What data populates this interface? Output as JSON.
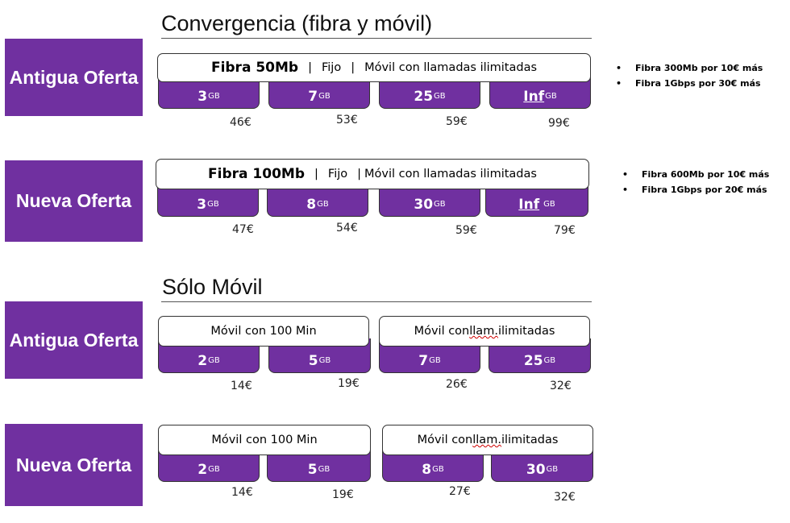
{
  "sections": {
    "convergencia": {
      "title": "Convergencia (fibra y móvil)"
    },
    "movil": {
      "title": "Sólo Móvil"
    }
  },
  "offers": {
    "antigua": "Antigua Oferta",
    "nueva": "Nueva Oferta"
  },
  "conv_old": {
    "fibra": "Fibra 50Mb",
    "sep": "|",
    "fijo": "Fijo",
    "movil": "Móvil con llamadas ilimitadas",
    "plans": [
      {
        "amount": "3",
        "unit": "GB",
        "price": "46€"
      },
      {
        "amount": "7",
        "unit": "GB",
        "price": "53€"
      },
      {
        "amount": "25",
        "unit": "GB",
        "price": "59€"
      },
      {
        "amount": "Inf",
        "unit": "GB",
        "price": "99€"
      }
    ],
    "extras": [
      "Fibra 300Mb por 10€ más",
      "Fibra 1Gbps por 30€ más"
    ]
  },
  "conv_new": {
    "fibra": "Fibra 100Mb",
    "sep": "|",
    "fijo": "Fijo",
    "movil": "Móvil con llamadas ilimitadas",
    "plans": [
      {
        "amount": "3",
        "unit": "GB",
        "price": "47€"
      },
      {
        "amount": "8",
        "unit": "GB",
        "price": "54€"
      },
      {
        "amount": "30",
        "unit": "GB",
        "price": "59€"
      },
      {
        "amount": "Inf",
        "unit": "GB",
        "price": "79€"
      }
    ],
    "extras": [
      "Fibra 600Mb por 10€ más",
      "Fibra 1Gbps por 20€ más"
    ]
  },
  "mob_old": {
    "group1": "Móvil con 100 Min",
    "group2_pre": "Móvil con ",
    "group2_word": "llam.",
    "group2_post": " ilimitadas",
    "plans": [
      {
        "amount": "2",
        "unit": "GB",
        "price": "14€"
      },
      {
        "amount": "5",
        "unit": "GB",
        "price": "19€"
      },
      {
        "amount": "7",
        "unit": "GB",
        "price": "26€"
      },
      {
        "amount": "25",
        "unit": "GB",
        "price": "32€"
      }
    ]
  },
  "mob_new": {
    "group1": "Móvil con 100 Min",
    "group2_pre": "Móvil con ",
    "group2_word": "llam.",
    "group2_post": " ilimitadas",
    "plans": [
      {
        "amount": "2",
        "unit": "GB",
        "price": "14€"
      },
      {
        "amount": "5",
        "unit": "GB",
        "price": "19€"
      },
      {
        "amount": "8",
        "unit": "GB",
        "price": "27€"
      },
      {
        "amount": "30",
        "unit": "GB",
        "price": "32€"
      }
    ]
  },
  "bullet": "•",
  "colors": {
    "accent": "#7030a0",
    "text": "#000000",
    "background": "#ffffff",
    "spellcheck": "#d00000"
  }
}
